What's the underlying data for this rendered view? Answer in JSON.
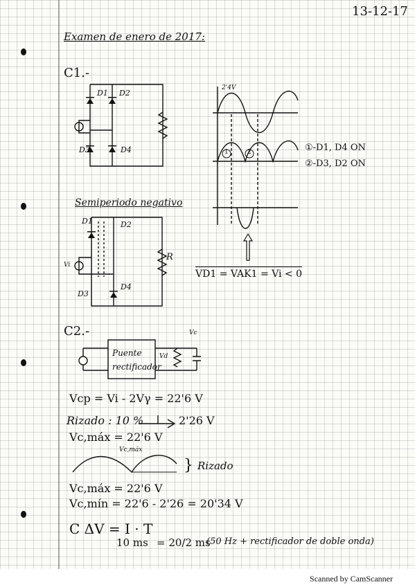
{
  "header": {
    "date": "13-12-17"
  },
  "exam_title": "Examen de enero de 2017:",
  "c1": {
    "label": "C1.-",
    "labels_top": {
      "d1": "D1",
      "d2": "D2",
      "d3": "D3",
      "d4": "D4"
    },
    "peak": "2'4V",
    "region1": "1",
    "region2": "2",
    "note1": "①-D1, D4 ON",
    "note2": "②-D3, D2 ON",
    "subtitle": "Semiperiodo negativo",
    "labels_bottom": {
      "d1": "D1",
      "d2": "D2",
      "d3": "D3",
      "d4": "D4",
      "r": "R",
      "vi": "Vi"
    },
    "equation": "VD1 = VAK1 = Vi < 0"
  },
  "c2": {
    "label": "C2.-",
    "block1": "Puente rectificador",
    "vc": "Vc",
    "vd": "Vd",
    "eq1": "Vcp = Vi - 2Vγ = 22'6 V",
    "eq2_left": "Rizado : 10 %",
    "eq2_right": "2'26 V",
    "eq3": "Vc,máx = 22'6 V",
    "wave_label": "Vc,máx",
    "rizado": "Rizado",
    "eq4": "Vc,máx = 22'6 V",
    "eq5": "Vc,mín = 22'6 - 2'26 = 20'34 V",
    "eq6": "C ΔV = I · T",
    "eq7_left": "10 ms",
    "eq7_mid": "= 20/2 ms",
    "eq7_right": "(50 Hz + rectificador de doble onda)"
  },
  "footer": {
    "scanned": "Scanned by CamScanner"
  }
}
